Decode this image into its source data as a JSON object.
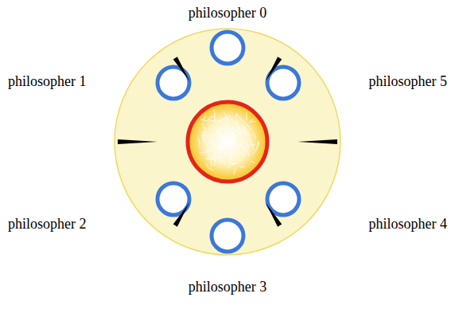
{
  "diagram": {
    "labels": [
      "philosopher 0",
      "philosopher 1",
      "philosopher 5",
      "philosopher 2",
      "philosopher 4",
      "philosopher 3"
    ]
  }
}
